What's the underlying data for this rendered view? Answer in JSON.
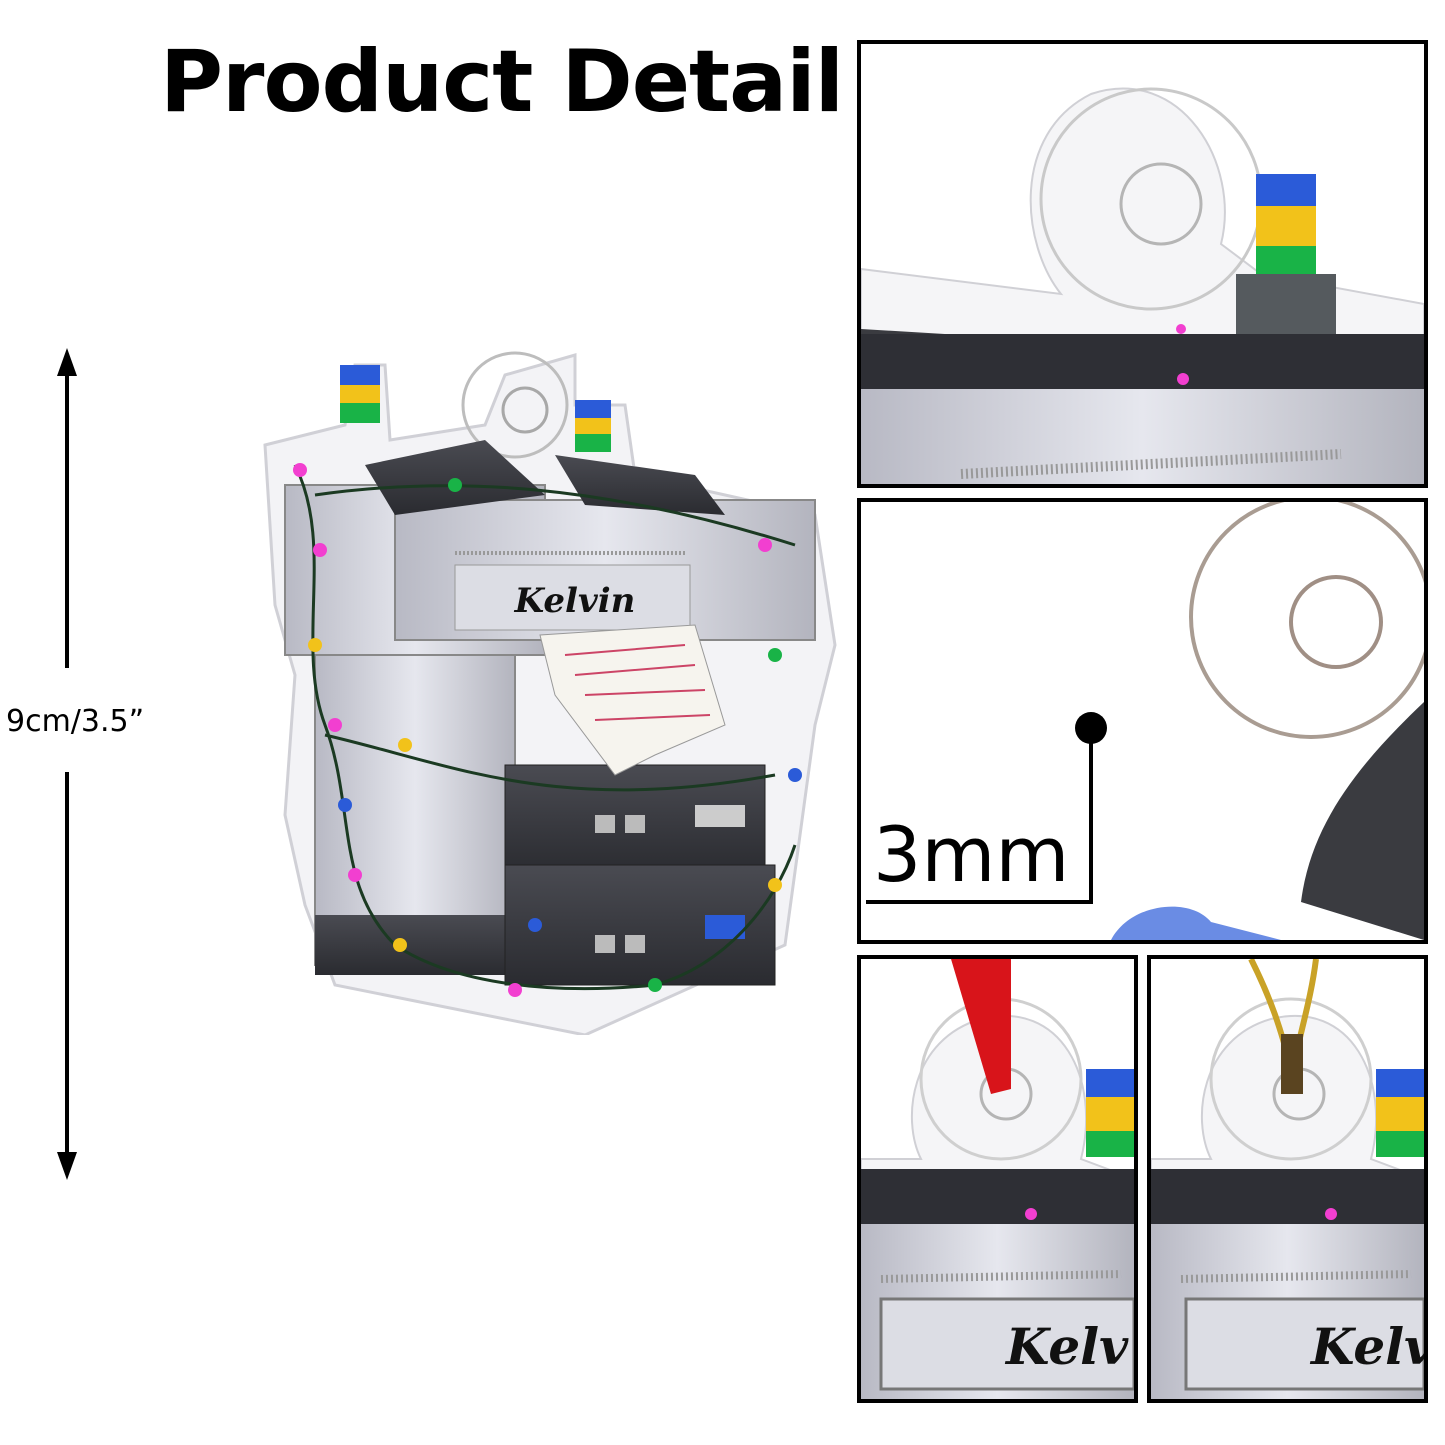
{
  "header": {
    "title": "Product Detail"
  },
  "dimension": {
    "height_label": "9cm/3.5”"
  },
  "product": {
    "name_engraving": "Kelvin"
  },
  "details": {
    "thickness_label": "3mm",
    "crop_name_partial": "Kelv"
  },
  "colors": {
    "ribbon": "#d8141a",
    "gold_cord": "#c9a227",
    "printer_body": "#c9cad3",
    "printer_dark": "#3a3b40",
    "light_blue": "#2b5bd8",
    "light_yellow": "#f2c21a",
    "light_green": "#19b347",
    "light_pink": "#f23fd0"
  }
}
